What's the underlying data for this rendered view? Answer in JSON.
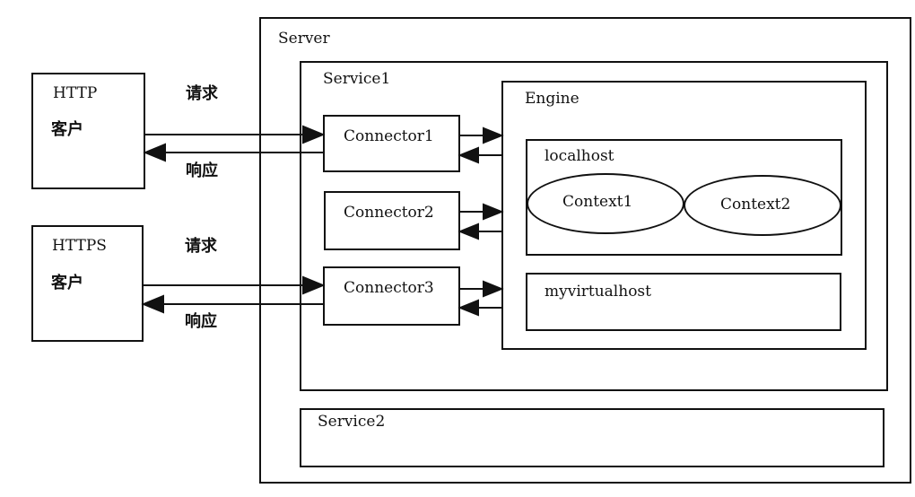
{
  "diagram": {
    "server": "Server",
    "service1": "Service1",
    "service2": "Service2",
    "engine": "Engine",
    "connector1": "Connector1",
    "connector2": "Connector2",
    "connector3": "Connector3",
    "localhost": "localhost",
    "context1": "Context1",
    "context2": "Context2",
    "myvirtualhost": "myvirtualhost",
    "http_client": {
      "protocol": "HTTP",
      "role": "客户"
    },
    "https_client": {
      "protocol": "HTTPS",
      "role": "客户"
    },
    "request_label": "请求",
    "response_label": "响应"
  }
}
